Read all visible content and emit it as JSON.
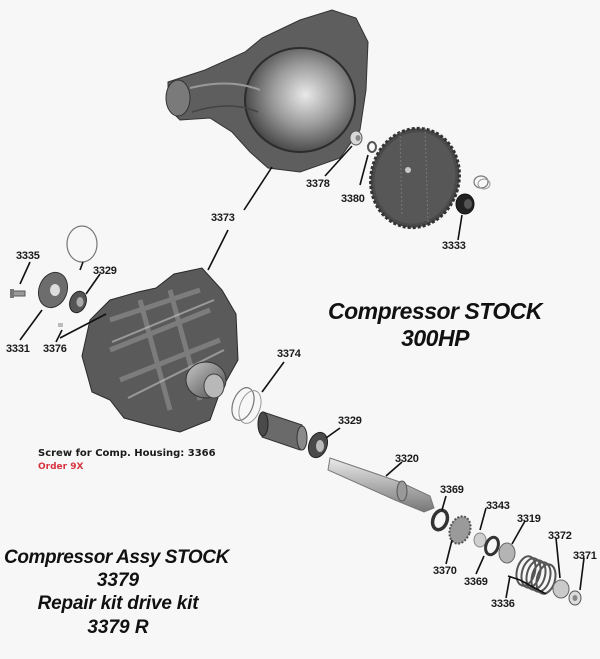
{
  "diagram": {
    "title": {
      "line1": "Compressor STOCK",
      "line2": "300HP"
    },
    "note": {
      "text": "Screw for Comp. Housing: 3366",
      "order": "Order 9X",
      "order_color": "#d6333f"
    },
    "assembly": {
      "line1": "Compressor Assy STOCK",
      "line2": "3379",
      "line3": "Repair kit drive kit",
      "line4": "3379 R"
    },
    "callouts": {
      "c3373": "3373",
      "c3378": "3378",
      "c3380": "3380",
      "c3333": "3333",
      "c3335": "3335",
      "c3329a": "3329",
      "c3331": "3331",
      "c3376": "3376",
      "c3374": "3374",
      "c3329b": "3329",
      "c3320": "3320",
      "c3369a": "3369",
      "c3343": "3343",
      "c3319": "3319",
      "c3372": "3372",
      "c3371": "3371",
      "c3370": "3370",
      "c3369b": "3369",
      "c3336": "3336"
    },
    "parts": [
      "compressor-cover-housing",
      "drive-gear-wheel",
      "compressor-housing",
      "drive-shaft",
      "spring-stack"
    ]
  }
}
